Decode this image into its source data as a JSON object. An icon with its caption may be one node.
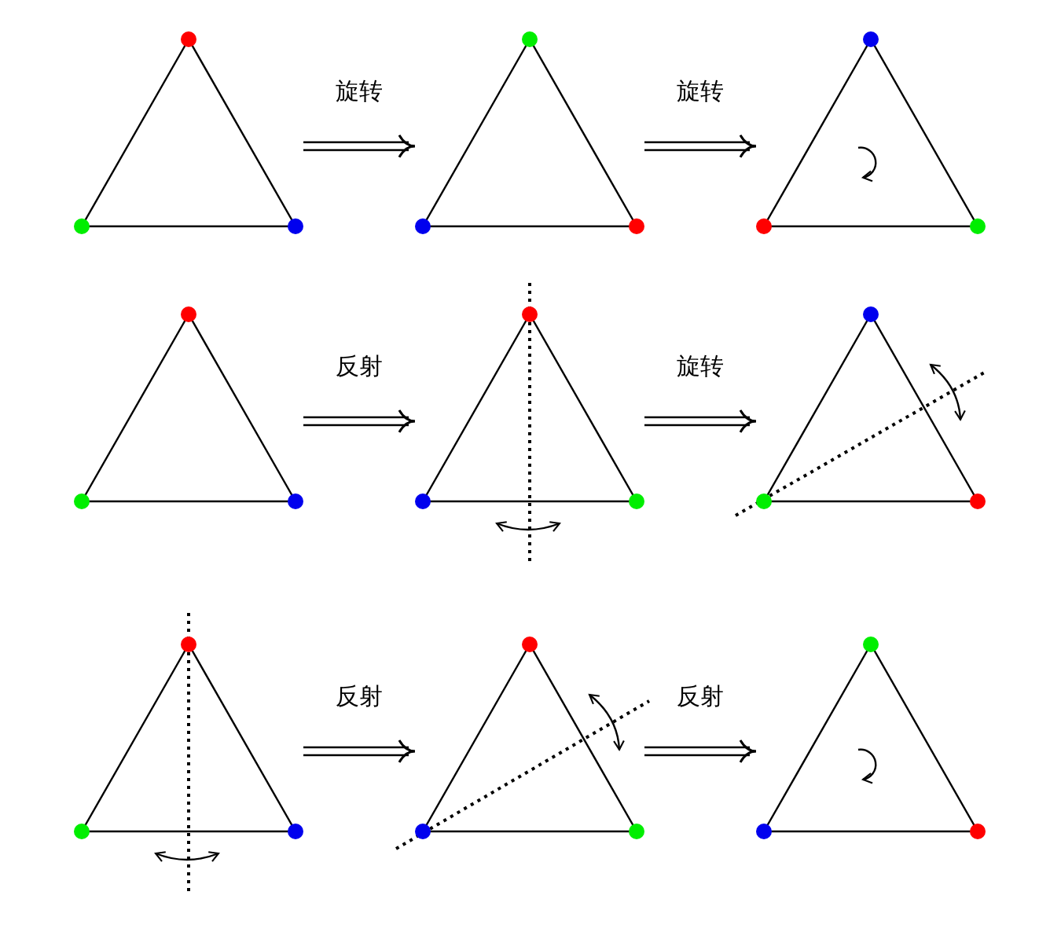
{
  "diagram": {
    "nodes": [
      {
        "text": [],
        "shape": "triangle"
      },
      {
        "text": [],
        "shape": "triangle"
      },
      {
        "text": [],
        "shape": "triangle"
      },
      {
        "text": [],
        "shape": "triangle"
      },
      {
        "text": [],
        "shape": "triangle"
      },
      {
        "text": [],
        "shape": "triangle"
      },
      {
        "text": [],
        "shape": "triangle"
      },
      {
        "text": [],
        "shape": "triangle"
      },
      {
        "text": [],
        "shape": "triangle"
      }
    ],
    "edges": [
      {
        "from": 0,
        "to": 1,
        "arrow": "to",
        "label": "旋转"
      },
      {
        "from": 1,
        "to": 2,
        "arrow": "to",
        "label": "旋转"
      },
      {
        "from": 3,
        "to": 4,
        "arrow": "to",
        "label": "反射"
      },
      {
        "from": 4,
        "to": 5,
        "arrow": "to",
        "label": "旋转"
      },
      {
        "from": 6,
        "to": 7,
        "arrow": "to",
        "label": "反射"
      },
      {
        "from": 7,
        "to": 8,
        "arrow": "to",
        "label": "反射"
      }
    ]
  }
}
